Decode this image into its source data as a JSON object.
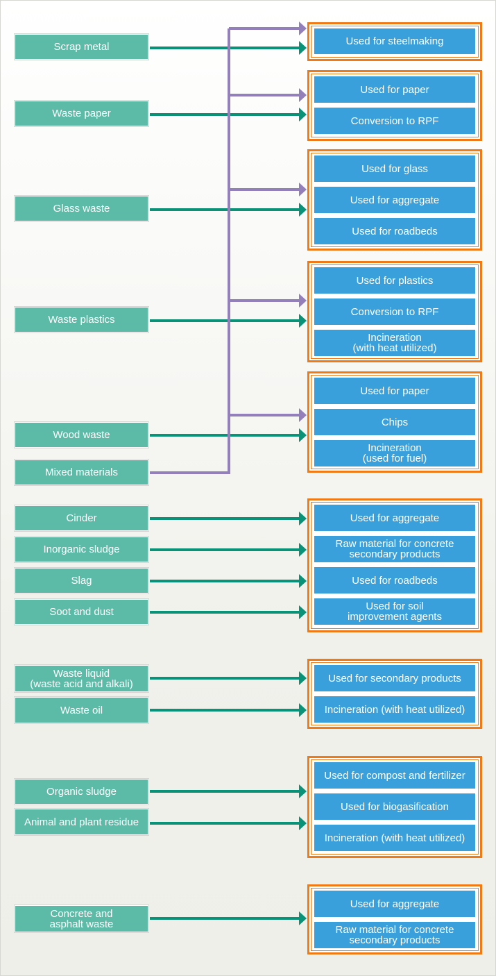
{
  "colors": {
    "source": "#5bbba6",
    "target": "#3aa0db",
    "group_border": "#f07a16",
    "arrow_green": "#0a9279",
    "arrow_purple": "#9380bb"
  },
  "sources": {
    "scrap_metal": "Scrap metal",
    "waste_paper": "Waste paper",
    "glass_waste": "Glass waste",
    "waste_plastics": "Waste plastics",
    "wood_waste": "Wood waste",
    "mixed_materials": "Mixed materials",
    "cinder": "Cinder",
    "inorganic_sludge": "Inorganic sludge",
    "slag": "Slag",
    "soot_and_dust": "Soot and dust",
    "waste_liquid": "Waste liquid\n(waste acid and alkali)",
    "waste_oil": "Waste oil",
    "organic_sludge": "Organic sludge",
    "animal_plant_residue": "Animal and plant residue",
    "concrete_asphalt": "Concrete and\nasphalt waste"
  },
  "targets": {
    "metal": [
      "Used for steelmaking"
    ],
    "paper": [
      "Used for paper",
      "Conversion to RPF"
    ],
    "glass": [
      "Used for glass",
      "Used for aggregate",
      "Used for roadbeds"
    ],
    "plastics": [
      "Used for plastics",
      "Conversion to RPF",
      "Incineration\n(with heat utilized)"
    ],
    "wood": [
      "Used for paper",
      "Chips",
      "Incineration\n(used for fuel)"
    ],
    "inorganic": [
      "Used for aggregate",
      "Raw material for concrete\nsecondary products",
      "Used for roadbeds",
      "Used for soil\nimprovement agents"
    ],
    "liquid": [
      "Used for secondary products",
      "Incineration (with heat utilized)"
    ],
    "organic": [
      "Used for compost and fertilizer",
      "Used for biogasification",
      "Incineration (with heat utilized)"
    ],
    "concrete": [
      "Used for aggregate",
      "Raw material for concrete\nsecondary products"
    ]
  },
  "connections": [
    {
      "from": "scrap_metal",
      "to": "metal"
    },
    {
      "from": "waste_paper",
      "to": "paper"
    },
    {
      "from": "glass_waste",
      "to": "glass"
    },
    {
      "from": "waste_plastics",
      "to": "plastics"
    },
    {
      "from": "wood_waste",
      "to": "wood"
    },
    {
      "from": "mixed_materials",
      "to": [
        "metal",
        "paper",
        "glass",
        "plastics",
        "wood"
      ]
    },
    {
      "from": "cinder",
      "to": "inorganic"
    },
    {
      "from": "inorganic_sludge",
      "to": "inorganic"
    },
    {
      "from": "slag",
      "to": "inorganic"
    },
    {
      "from": "soot_and_dust",
      "to": "inorganic"
    },
    {
      "from": "waste_liquid",
      "to": "liquid"
    },
    {
      "from": "waste_oil",
      "to": "liquid"
    },
    {
      "from": "organic_sludge",
      "to": "organic"
    },
    {
      "from": "animal_plant_residue",
      "to": "organic"
    },
    {
      "from": "concrete_asphalt",
      "to": "concrete"
    }
  ]
}
